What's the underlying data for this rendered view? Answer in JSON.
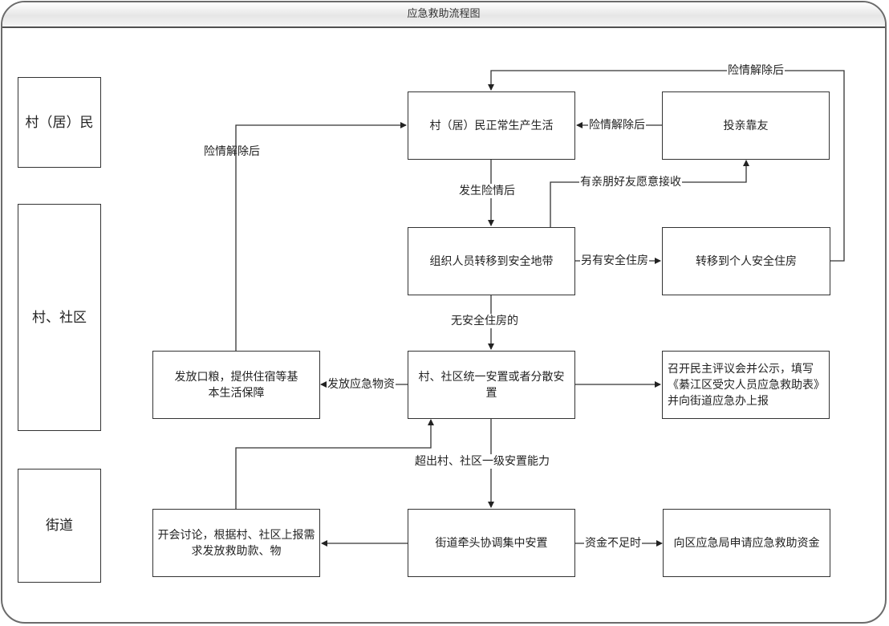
{
  "window": {
    "title": "应急救助流程图"
  },
  "lanes": [
    {
      "id": "resident",
      "label": "村（居）民"
    },
    {
      "id": "community",
      "label": "村、社区"
    },
    {
      "id": "street",
      "label": "街道"
    }
  ],
  "nodes": {
    "normal_life": "村（居）民正常生产生活",
    "relatives": "投亲靠友",
    "evacuate": "组织人员转移到安全地带",
    "own_housing": "转移到个人安全住房",
    "community_settle": "村、社区统一安置或者分散安置",
    "rations": "发放口粮，提供住宿等基本生活保障",
    "report": "召开民主评议会并公示，填写《綦江区受灾人员应急救助表》并向街道应急办上报",
    "street_settle": "街道牵头协调集中安置",
    "meeting": "开会讨论，根据村、社区上报需求发放救助款、物",
    "apply_funds": "向区应急局申请应急救助资金"
  },
  "edges": {
    "danger_cleared_top": "险情解除后",
    "danger_cleared_relatives": "险情解除后",
    "danger_cleared_left": "险情解除后",
    "danger_occurs": "发生险情后",
    "relatives_willing": "有亲朋好友愿意接收",
    "has_housing": "另有安全住房",
    "no_housing": "无安全住房的",
    "distribute_supplies": "发放应急物资",
    "exceeds_capacity": "超出村、社区一级安置能力",
    "insufficient_funds": "资金不足时"
  },
  "colors": {
    "line": "#333333",
    "frame": "#6b6b6b"
  }
}
